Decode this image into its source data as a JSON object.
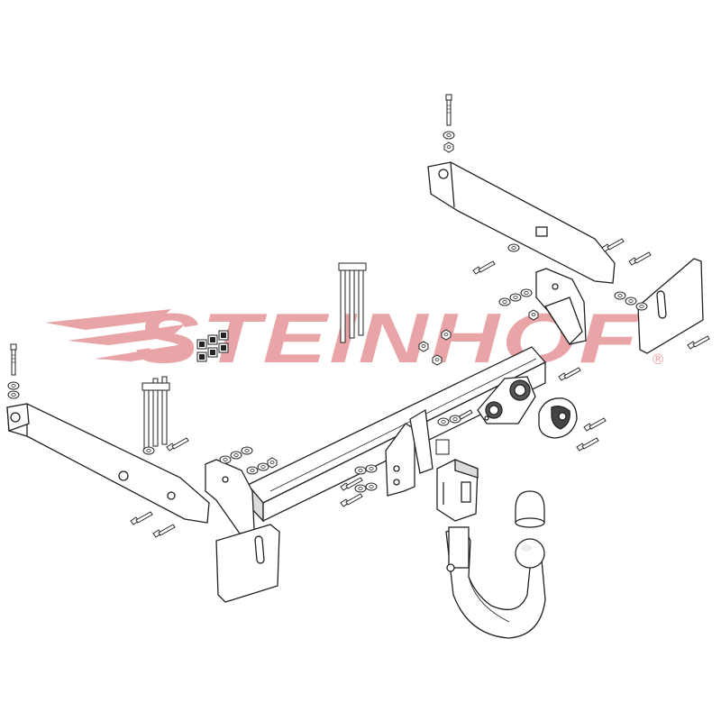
{
  "watermark": {
    "brand": "STEINHOF",
    "registered_mark": "®",
    "color": "#e8a4a6"
  },
  "drawing": {
    "line_color": "#222222",
    "fill_color": "#ffffff",
    "shade_color": "#dcdcdc",
    "components": [
      "left-side-bracket",
      "right-side-bracket",
      "main-crossbar",
      "left-end-plate",
      "right-end-plate",
      "left-reinforcement-plate",
      "right-reinforcement-plate",
      "removable-tow-ball",
      "tow-ball-cap",
      "receiver-socket-plate",
      "electrical-socket",
      "socket-bracket",
      "hardware-bolts",
      "u-bolts",
      "square-nuts"
    ]
  }
}
